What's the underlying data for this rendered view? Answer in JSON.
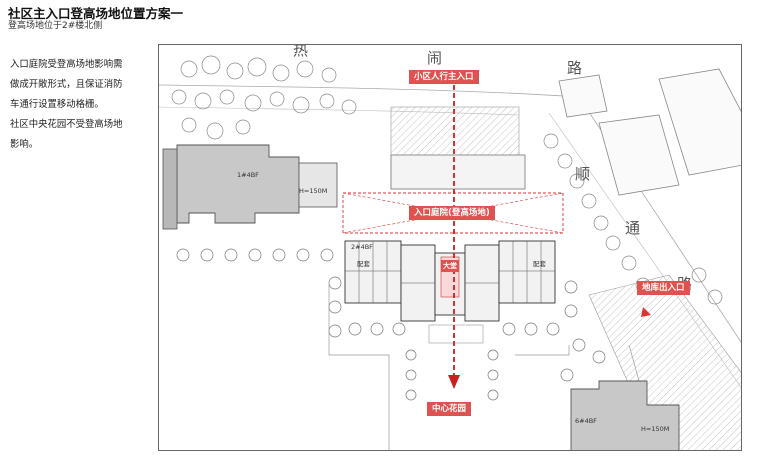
{
  "header": {
    "title": "社区主入口登高场地位置方案一",
    "subtitle": "登高场地位于2#楼北侧"
  },
  "description": {
    "para1_line1": "入口庭院受登高场地影响需",
    "para1_line2": "做成开敞形式，且保证消防",
    "para1_line3": "车通行设置移动格栅。",
    "para2_line1": "社区中央花园不受登高场地",
    "para2_line2": "影响。"
  },
  "map": {
    "road_chars": [
      "热",
      "闹",
      "路",
      "顺",
      "通",
      "路"
    ],
    "labels": {
      "main_entrance": "小区人行主入口",
      "entrance_courtyard": "入口庭院(登高场地)",
      "garage_exit": "地库出入口",
      "central_garden": "中心花园",
      "building_left_code": "1#4BF",
      "building_left_height": "H=150M",
      "building_center_code": "2#4BF",
      "peitao_left": "配套",
      "peitao_right": "配套",
      "lobby": "大堂",
      "building_bottom_code": "6#4BF",
      "building_bottom_height": "H=150M"
    },
    "colors": {
      "accent": "#e0524f",
      "arrow": "#cc1f1f",
      "building_fill": "#c8c8c8",
      "outline": "#666666"
    }
  }
}
